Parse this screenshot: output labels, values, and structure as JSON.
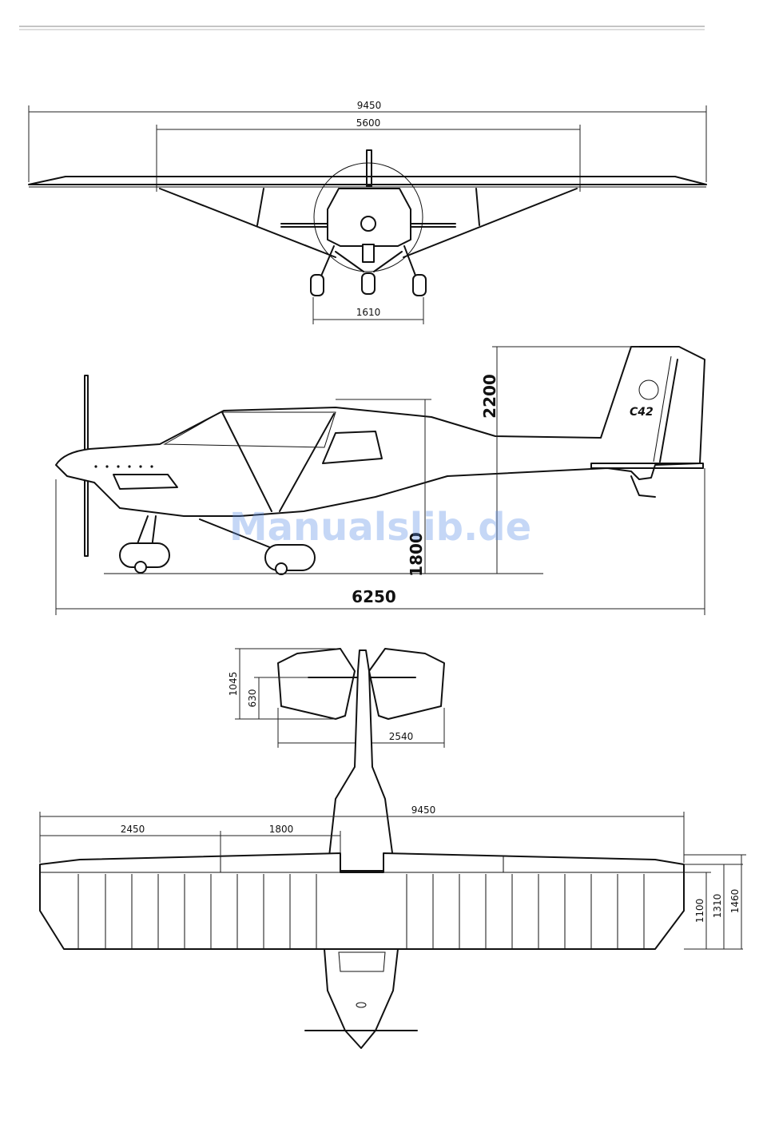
{
  "watermark": "Manualslib.de",
  "front_view": {
    "wingspan": "9450",
    "strut_span": "5600",
    "track": "1610"
  },
  "side_view": {
    "height": "2200",
    "cabin_height": "1800",
    "length": "6250",
    "tail_marking": "C42"
  },
  "top_view": {
    "stab_chord": "1045",
    "elevator_chord": "630",
    "stab_span": "2540",
    "wingspan": "9450",
    "outer_panel": "2450",
    "flap_span": "1800",
    "chord_a": "1100",
    "chord_b": "1310",
    "chord_c": "1460"
  }
}
